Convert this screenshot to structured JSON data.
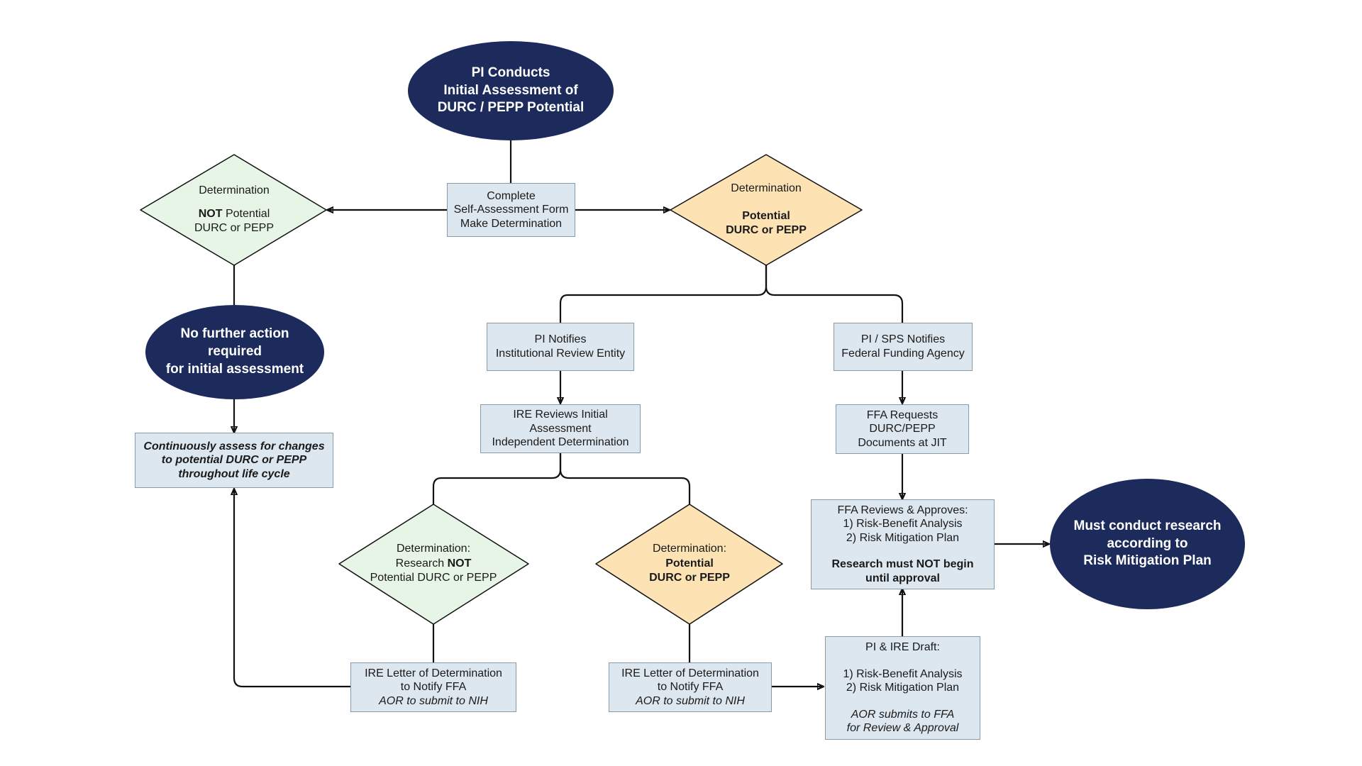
{
  "start": {
    "lines": [
      "PI Conducts",
      "Initial Assessment of",
      "DURC / PEPP Potential"
    ]
  },
  "self_assessment": {
    "lines": [
      "Complete",
      "Self-Assessment Form",
      "Make Determination"
    ]
  },
  "det_not": {
    "title": "Determination",
    "bold": "NOT",
    "rest": " Potential",
    "line2": "DURC or PEPP"
  },
  "det_potential": {
    "title": "Determination",
    "line1": "Potential",
    "line2": "DURC or PEPP"
  },
  "no_further": {
    "lines": [
      "No further action",
      "required",
      "for initial assessment"
    ]
  },
  "continuous": {
    "lines": [
      "Continuously assess for changes",
      "to potential DURC or PEPP",
      "throughout life cycle"
    ]
  },
  "pi_notifies_ire": {
    "lines": [
      "PI Notifies",
      "Institutional Review Entity"
    ]
  },
  "pi_sps_notifies": {
    "lines": [
      "PI / SPS Notifies",
      "Federal Funding Agency"
    ]
  },
  "ire_reviews": {
    "lines": [
      "IRE Reviews Initial",
      "Assessment",
      "Independent Determination"
    ]
  },
  "ffa_requests": {
    "lines": [
      "FFA Requests",
      "DURC/PEPP",
      "Documents at JIT"
    ]
  },
  "det_research_not": {
    "title": "Determination:",
    "pre": "Research ",
    "bold": "NOT",
    "line3": "Potential DURC or PEPP"
  },
  "det_research_potential": {
    "title": "Determination:",
    "line1": "Potential",
    "line2": "DURC or PEPP"
  },
  "ffa_reviews": {
    "line1": "FFA Reviews & Approves:",
    "line2": "1) Risk-Benefit Analysis",
    "line3": "2) Risk Mitigation Plan",
    "bold1": "Research must NOT begin",
    "bold2": "until approval"
  },
  "must_conduct": {
    "lines": [
      "Must conduct research",
      "according to",
      "Risk Mitigation Plan"
    ]
  },
  "letter_left": {
    "line1": "IRE Letter of Determination",
    "line2": "to Notify FFA",
    "italic": "AOR to submit to NIH"
  },
  "letter_mid": {
    "line1": "IRE Letter of Determination",
    "line2": "to Notify FFA",
    "italic": "AOR to submit to NIH"
  },
  "draft": {
    "title": "PI & IRE Draft:",
    "line1": "1) Risk-Benefit Analysis",
    "line2": "2) Risk Mitigation Plan",
    "italic1": "AOR submits to FFA",
    "italic2": "for Review & Approval"
  },
  "colors": {
    "navy": "#1c2a5c",
    "box_fill": "#dde7ef",
    "box_border": "#8a9aa6",
    "green_fill": "#e6f5e6",
    "orange_fill": "#fde2b4",
    "line": "#111111"
  }
}
